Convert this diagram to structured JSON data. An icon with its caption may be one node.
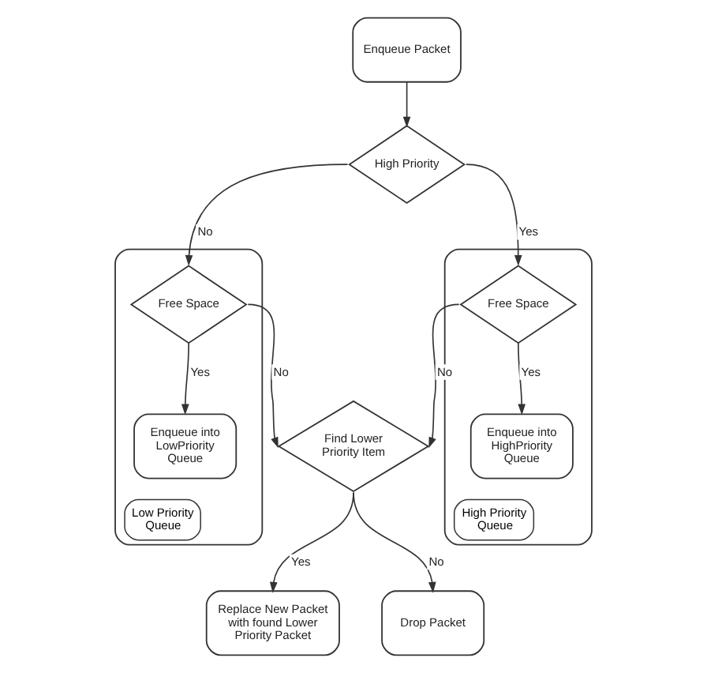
{
  "diagram": {
    "nodes": [
      {
        "text": [
          "Enqueue Packet"
        ]
      },
      {
        "text": [
          "High Priority"
        ]
      },
      {
        "text": [
          "Low Priority Queue"
        ]
      },
      {
        "text": [
          "Free Space"
        ],
        "in": 2
      },
      {
        "text": [
          "Enqueue into LowPriority Queue"
        ],
        "in": 2
      },
      {
        "text": [
          "Find Lower Priority Item"
        ]
      },
      {
        "text": [
          "Replace New Packet with found Lower Priority Packet"
        ]
      },
      {
        "text": [
          "Drop Packet"
        ]
      },
      {
        "text": [
          "High Priority Queue"
        ]
      },
      {
        "text": [
          "Free Space"
        ],
        "in": 8
      },
      {
        "text": [
          "Enqueue into HighPriority Queue"
        ],
        "in": 8
      }
    ],
    "edges": [
      {
        "from": 0,
        "to": 1,
        "arrow": "to"
      },
      {
        "from": 1,
        "to": 3,
        "label": "No",
        "arrow": "to"
      },
      {
        "from": 1,
        "to": 9,
        "label": "Yes",
        "arrow": "to"
      },
      {
        "from": 3,
        "to": 5,
        "label": "No",
        "arrow": "to"
      },
      {
        "from": 3,
        "to": 4,
        "label": "Yes",
        "arrow": "to"
      },
      {
        "from": 5,
        "to": 6,
        "label": "Yes",
        "arrow": "to"
      },
      {
        "from": 5,
        "to": 7,
        "label": "No",
        "arrow": "to"
      },
      {
        "from": 9,
        "to": 5,
        "label": "No",
        "arrow": "to"
      },
      {
        "from": 9,
        "to": 10,
        "label": "Yes",
        "arrow": "to"
      }
    ]
  }
}
